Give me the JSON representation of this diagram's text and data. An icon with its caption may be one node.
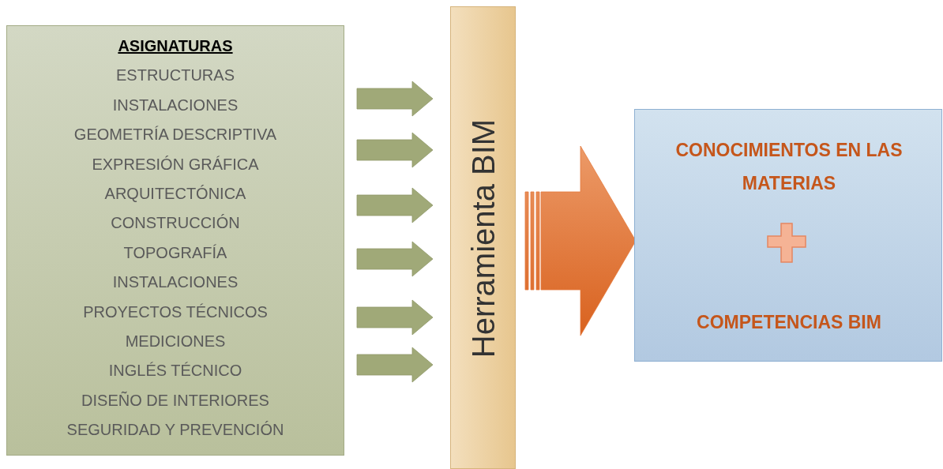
{
  "diagram": {
    "nodes": [
      {
        "text": [
          "ASIGNATURAS",
          "ESTRUCTURAS",
          "INSTALACIONES",
          "GEOMETRÍA DESCRIPTIVA",
          "EXPRESIÓN GRÁFICA",
          "ARQUITECTÓNICA",
          "CONSTRUCCIÓN",
          "TOPOGRAFÍA",
          "INSTALACIONES",
          "PROYECTOS TÉCNICOS",
          "MEDICIONES",
          "INGLÉS TÉCNICO",
          "DISEÑO DE INTERIORES",
          "SEGURIDAD Y PREVENCIÓN"
        ]
      },
      {
        "text": [
          "Herramienta BIM"
        ]
      },
      {
        "text": [
          "CONOCIMIENTOS EN LAS MATERIAS",
          "COMPETENCIAS BIM"
        ]
      }
    ],
    "edges": [
      {
        "from": 0,
        "to": 1,
        "arrow": "to"
      },
      {
        "from": 0,
        "to": 1,
        "arrow": "to"
      },
      {
        "from": 0,
        "to": 1,
        "arrow": "to"
      },
      {
        "from": 0,
        "to": 1,
        "arrow": "to"
      },
      {
        "from": 0,
        "to": 1,
        "arrow": "to"
      },
      {
        "from": 0,
        "to": 1,
        "arrow": "to"
      },
      {
        "from": 1,
        "to": 2,
        "arrow": "to",
        "style": "thick",
        "color": "#e57a3c"
      }
    ]
  }
}
